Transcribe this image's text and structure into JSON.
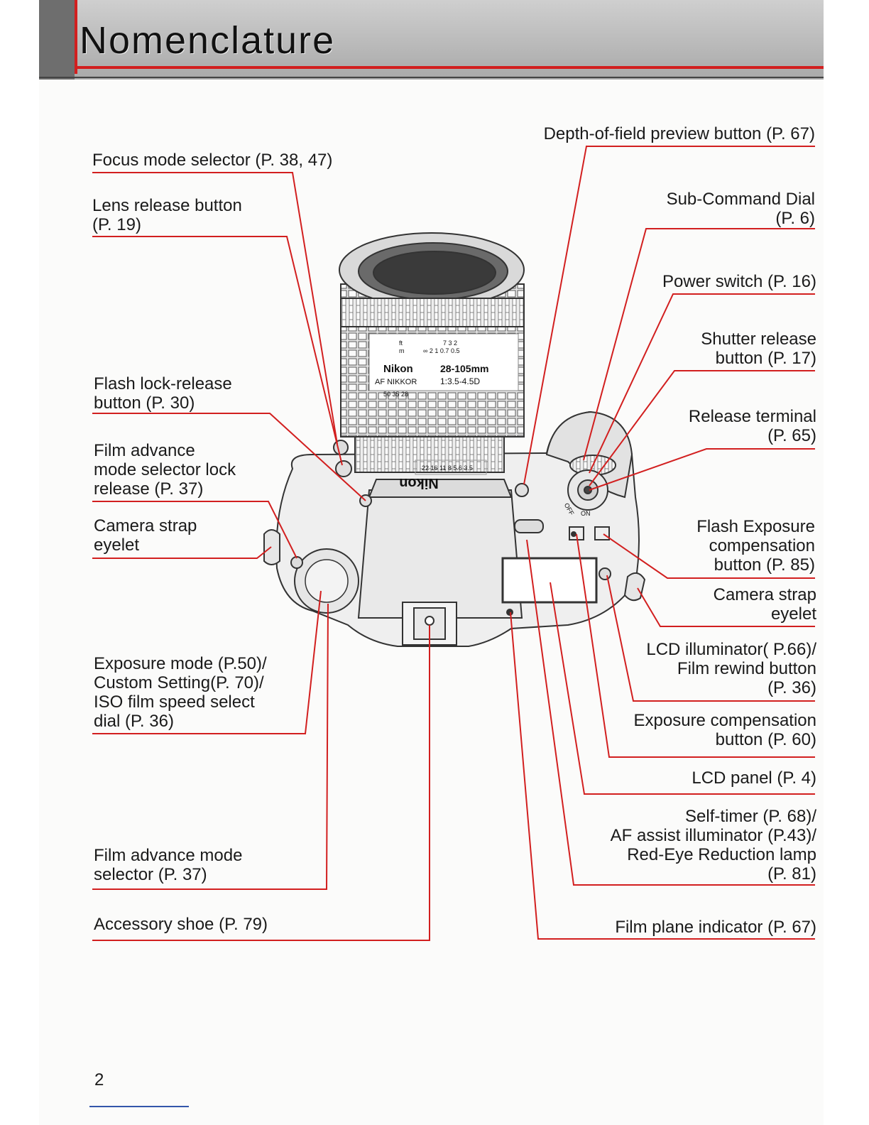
{
  "page": {
    "title": "Nomenclature",
    "page_number": "2",
    "accent_color": "#d21f1f"
  },
  "camera": {
    "brand": "Nikon",
    "lens_brand": "Nikon",
    "lens_name": "AF NIKKOR",
    "lens_focal": "28-105mm",
    "lens_aperture": "1:3.5-4.5D",
    "dist_ft": "ft",
    "dist_m": "m",
    "dist_scale_top": "7  3  2",
    "dist_scale_bottom": "∞  2  1  0.7 0.5",
    "zoom_scale": "50    35  28",
    "aperture_scale": "22 16 11  8 5.6 3.5",
    "power_off": "OFF",
    "power_on": "ON"
  },
  "labels_left": [
    {
      "text": "Focus mode selector (P. 38, 47)"
    },
    {
      "text": "Lens release button\n(P. 19)"
    },
    {
      "text": "Flash lock-release\nbutton (P. 30)"
    },
    {
      "text": "Film advance\nmode selector lock\nrelease (P. 37)"
    },
    {
      "text": "Camera strap\neyelet"
    },
    {
      "text": "Exposure mode (P.50)/\nCustom Setting(P. 70)/\nISO film speed select\ndial (P. 36)"
    },
    {
      "text": "Film advance mode\nselector (P. 37)"
    },
    {
      "text": "Accessory shoe (P. 79)"
    }
  ],
  "labels_right": [
    {
      "text": "Depth-of-field preview button (P. 67)"
    },
    {
      "text": "Sub-Command Dial\n(P. 6)"
    },
    {
      "text": "Power switch (P. 16)"
    },
    {
      "text": "Shutter release\nbutton (P. 17)"
    },
    {
      "text": "Release terminal\n(P. 65)"
    },
    {
      "text": "Flash Exposure\ncompensation\nbutton (P. 85)"
    },
    {
      "text": "Camera strap\neyelet"
    },
    {
      "text": "LCD illuminator( P.66)/\nFilm rewind button\n(P. 36)"
    },
    {
      "text": "Exposure compensation\nbutton (P. 60)"
    },
    {
      "text": "LCD panel (P. 4)"
    },
    {
      "text": "Self-timer (P. 68)/\nAF assist illuminator (P.43)/\nRed-Eye Reduction lamp\n(P. 81)"
    },
    {
      "text": "Film plane indicator (P. 67)"
    }
  ]
}
